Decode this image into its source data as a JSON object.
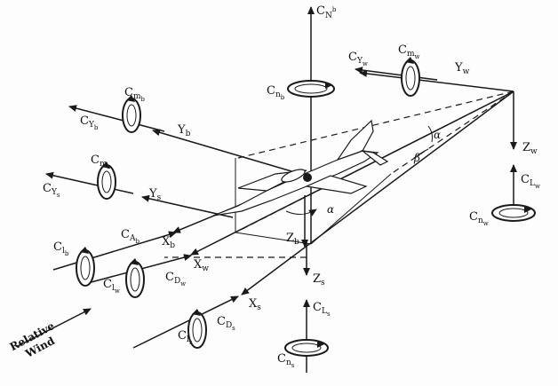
{
  "labels": {
    "CN": {
      "main": "C",
      "sub": "N",
      "sub2": "b"
    },
    "Cmw": {
      "main": "C",
      "sub": "m",
      "sub2": "w"
    },
    "CYw": {
      "main": "C",
      "sub": "Y",
      "sub2": "w"
    },
    "Yw": {
      "main": "Y",
      "sub": "w"
    },
    "Cnb": {
      "main": "C",
      "sub": "n",
      "sub2": "b"
    },
    "Cmb": {
      "main": "C",
      "sub": "m",
      "sub2": "b"
    },
    "CYb": {
      "main": "C",
      "sub": "Y",
      "sub2": "b"
    },
    "Yb": {
      "main": "Y",
      "sub": "b"
    },
    "Zw": {
      "main": "Z",
      "sub": "w"
    },
    "CLw": {
      "main": "C",
      "sub": "L",
      "sub2": "w"
    },
    "Cms": {
      "main": "C",
      "sub": "m",
      "sub2": "s"
    },
    "CYs": {
      "main": "C",
      "sub": "Y",
      "sub2": "s"
    },
    "Ys": {
      "main": "Y",
      "sub": "s"
    },
    "Cnw": {
      "main": "C",
      "sub": "n",
      "sub2": "w"
    },
    "Xb": {
      "main": "X",
      "sub": "b"
    },
    "Zb": {
      "main": "Z",
      "sub": "b"
    },
    "Clb": {
      "main": "C",
      "sub": "l",
      "sub2": "b"
    },
    "CAb": {
      "main": "C",
      "sub": "A",
      "sub2": "b"
    },
    "Xw": {
      "main": "X",
      "sub": "w"
    },
    "Zs": {
      "main": "Z",
      "sub": "s"
    },
    "Clw": {
      "main": "C",
      "sub": "l",
      "sub2": "w"
    },
    "CDw": {
      "main": "C",
      "sub": "D",
      "sub2": "w"
    },
    "Xs": {
      "main": "X",
      "sub": "s"
    },
    "CLs": {
      "main": "C",
      "sub": "L",
      "sub2": "s"
    },
    "Cls": {
      "main": "C",
      "sub": "l",
      "sub2": "s"
    },
    "CDs": {
      "main": "C",
      "sub": "D",
      "sub2": "s"
    },
    "Cns": {
      "main": "C",
      "sub": "n",
      "sub2": "s"
    }
  },
  "greek": {
    "alpha_top": "α",
    "beta": "β",
    "alpha_low": "α"
  },
  "wind": {
    "line1": "Relative",
    "line2": "Wind"
  }
}
